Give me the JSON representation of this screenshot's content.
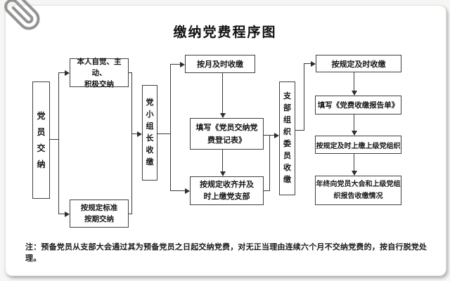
{
  "page": {
    "title": "缴纳党费程序图",
    "note": "注：预备党员从支部大会通过其为预备党员之日起交纳党费，对无正当理由连续六个月不交纳党费的，按自行脱党处理。"
  },
  "nodes": {
    "member": "党员交纳",
    "self_pay_l1": "本人自觉、主动、",
    "self_pay_l2": "积极交纳",
    "standard_l1": "按规定标准",
    "standard_l2": "按期交纳",
    "group_leader": "党小组长收缴",
    "monthly": "按月及时收缴",
    "register_l1": "填写《党员交纳党",
    "register_l2": "费登记表》",
    "collect_l1": "按规定收齐并及",
    "collect_l2": "时上缴党支部",
    "branch_committee": "支部组织委员收缴",
    "rule_collect": "按规定及时收缴",
    "report_form": "填写《党费收缴报告单》",
    "submit_upper": "按规定及时上缴上级党组织",
    "year_end_l1": "年终向党员大会和上级党组",
    "year_end_l2": "织报告收缴情况"
  },
  "icons": {
    "paperclip": "paperclip-icon"
  },
  "colors": {
    "page_bg": "#f6f6f4",
    "card_bg": "#ffffff",
    "line": "#3a3a3a",
    "box_border": "#3f3f3f",
    "text": "#151515"
  }
}
